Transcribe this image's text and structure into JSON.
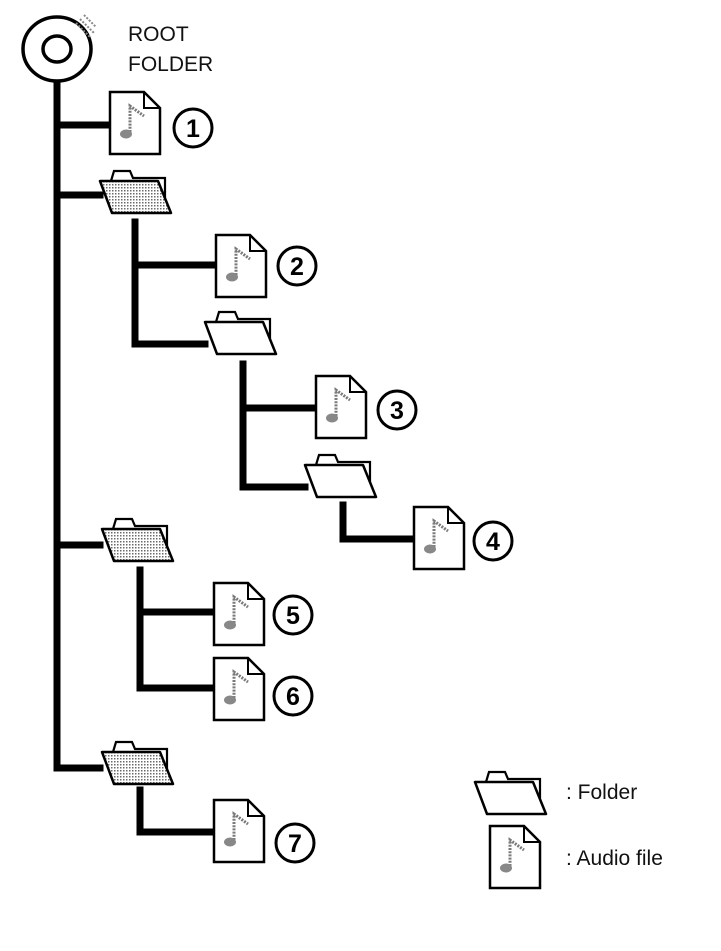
{
  "root": {
    "label_line1": "ROOT",
    "label_line2": "FOLDER",
    "icon": "disc-icon"
  },
  "tree": {
    "files": [
      {
        "number": "1",
        "icon": "audio-file-icon",
        "parent": "root"
      },
      {
        "number": "2",
        "icon": "audio-file-icon",
        "parent": "folder-a"
      },
      {
        "number": "3",
        "icon": "audio-file-icon",
        "parent": "folder-a1"
      },
      {
        "number": "4",
        "icon": "audio-file-icon",
        "parent": "folder-a1a"
      },
      {
        "number": "5",
        "icon": "audio-file-icon",
        "parent": "folder-b"
      },
      {
        "number": "6",
        "icon": "audio-file-icon",
        "parent": "folder-b"
      },
      {
        "number": "7",
        "icon": "audio-file-icon",
        "parent": "folder-c"
      }
    ],
    "folders": [
      {
        "id": "folder-a",
        "parent": "root",
        "icon": "folder-icon"
      },
      {
        "id": "folder-a1",
        "parent": "folder-a",
        "icon": "folder-icon"
      },
      {
        "id": "folder-a1a",
        "parent": "folder-a1",
        "icon": "folder-icon"
      },
      {
        "id": "folder-b",
        "parent": "root",
        "icon": "folder-icon"
      },
      {
        "id": "folder-c",
        "parent": "root",
        "icon": "folder-icon"
      }
    ]
  },
  "legend": {
    "folder_label": ":  Folder",
    "audio_label": ":  Audio file"
  },
  "colors": {
    "line": "#000000",
    "shade": "#c8c8c8"
  }
}
